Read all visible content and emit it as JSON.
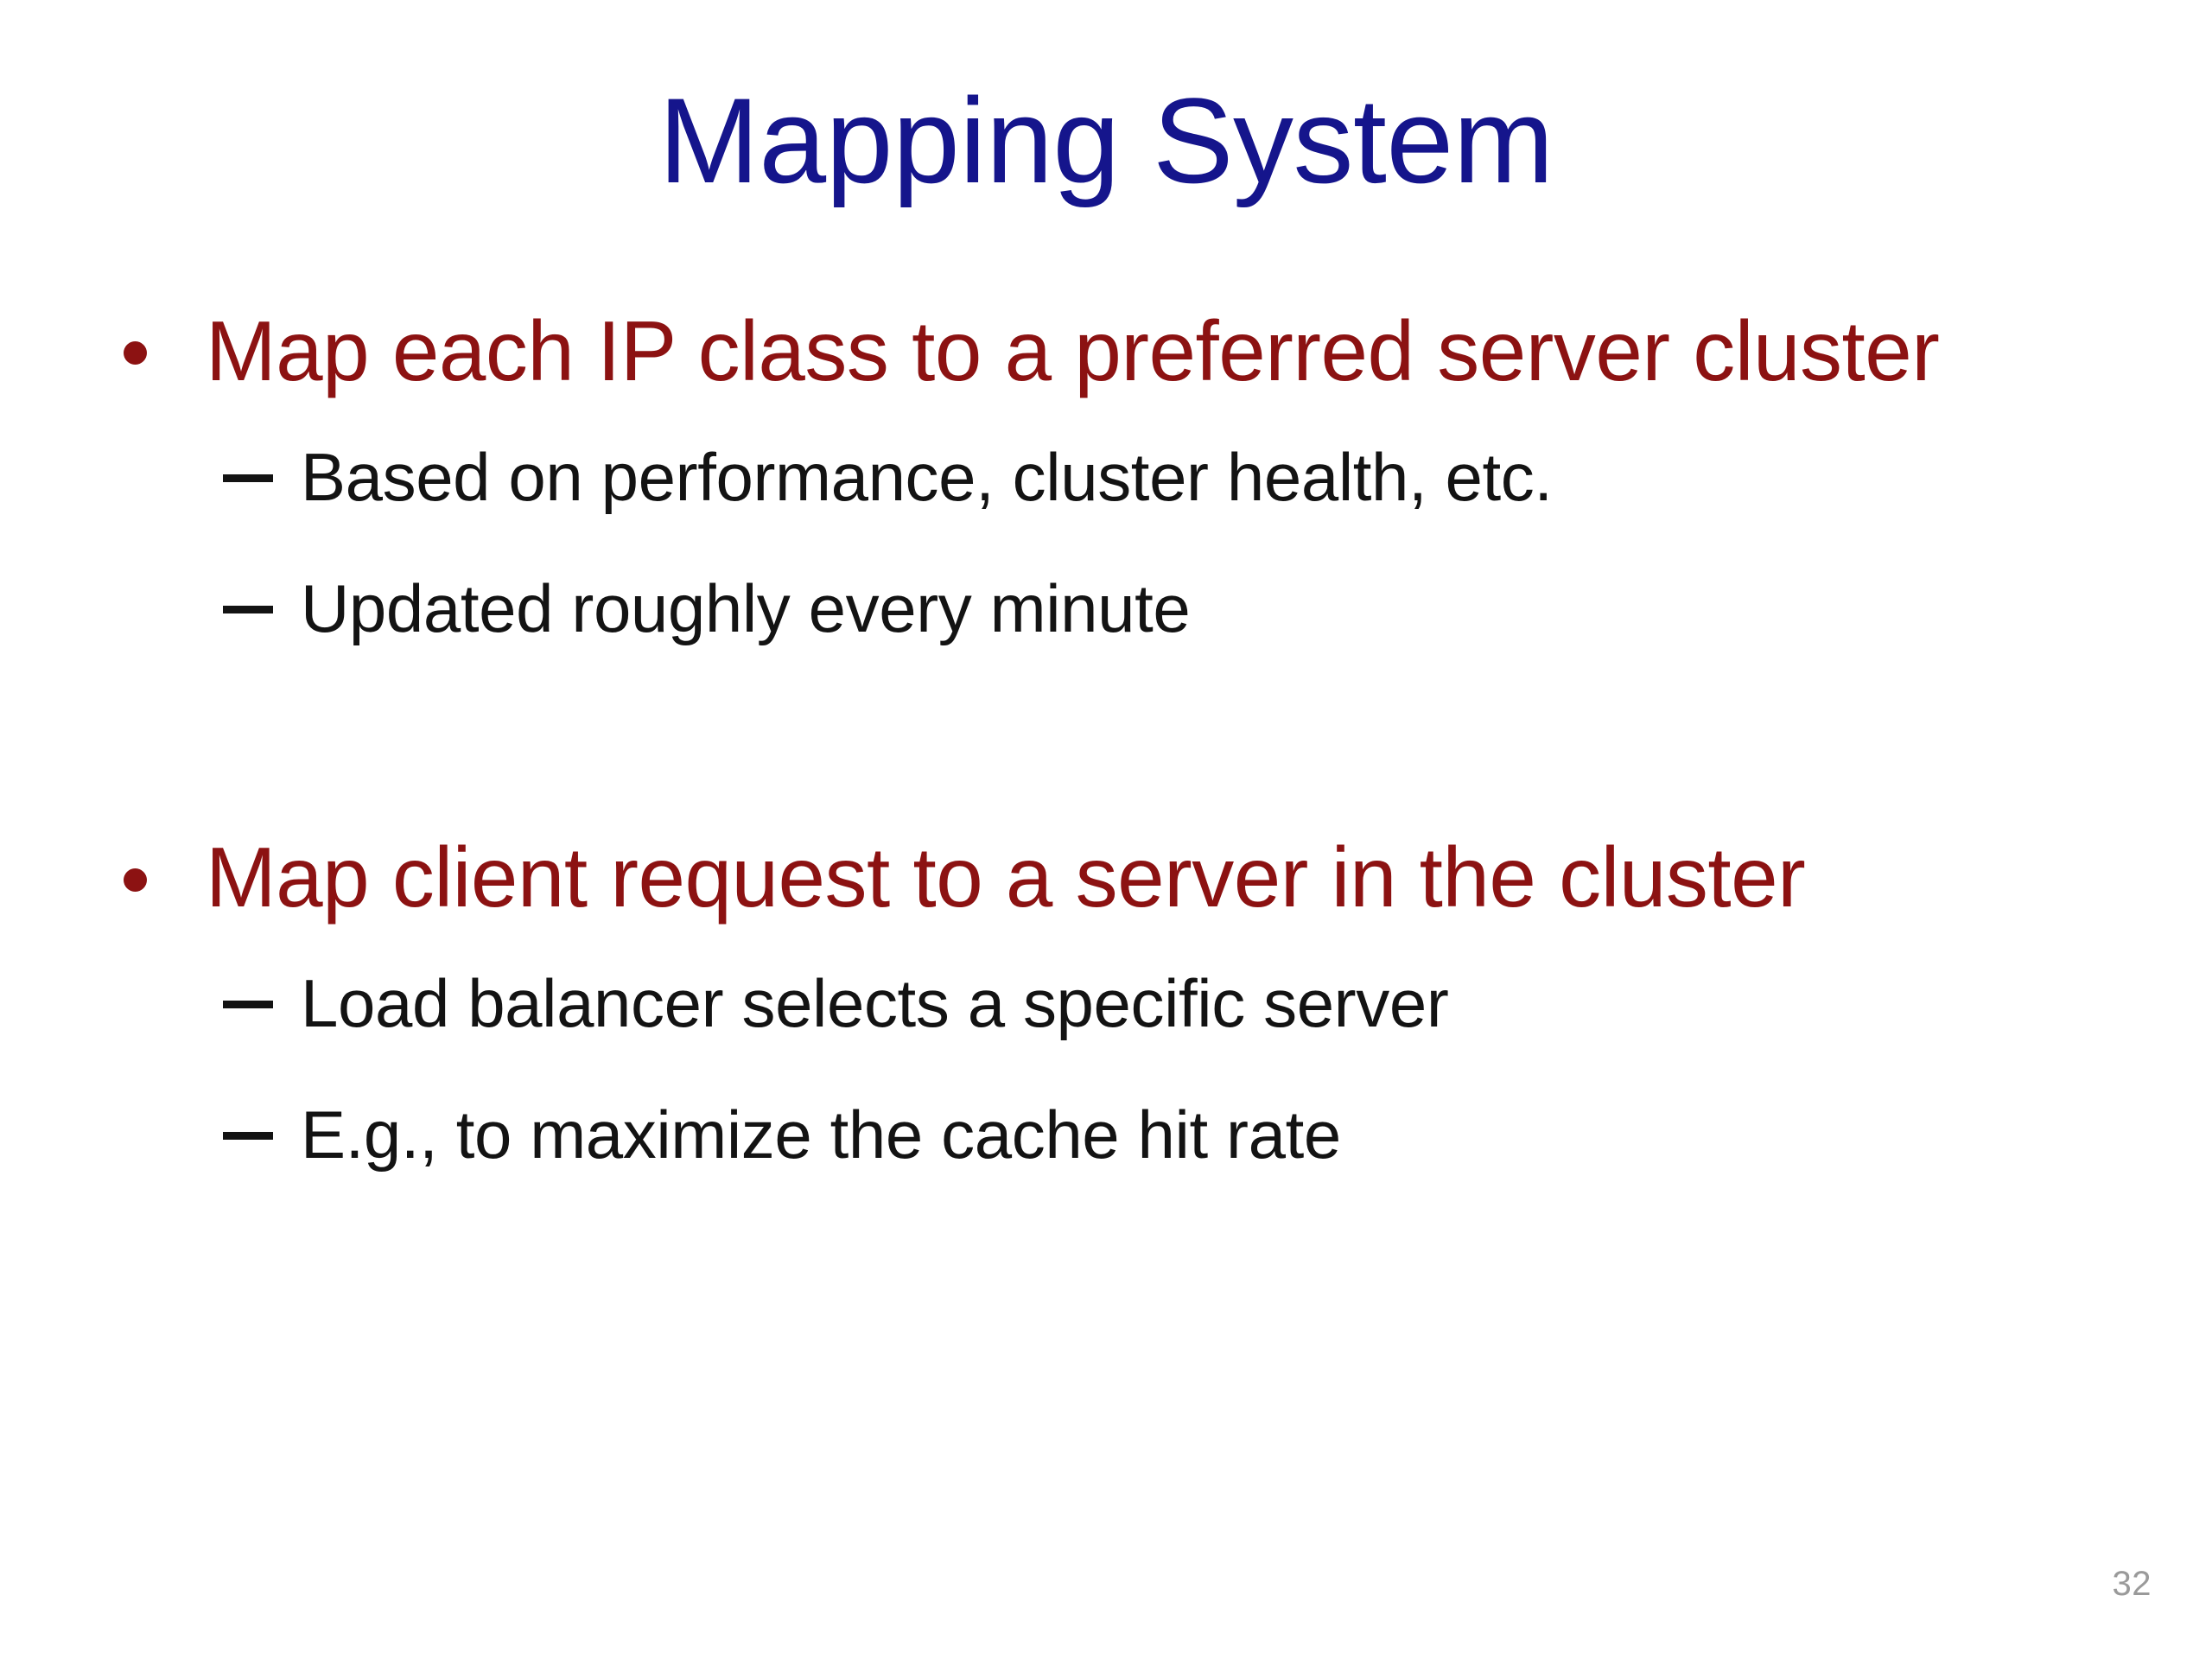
{
  "slide": {
    "title": "Mapping System",
    "page_number": "32",
    "colors": {
      "background": "#ffffff",
      "title": "#15158c",
      "level1_text": "#8c1212",
      "level2_text": "#131313",
      "page_number": "#9a9a9a"
    },
    "blocks": [
      {
        "bullet_marker": "filled-round-bullet",
        "text": "Map each IP class to a preferred server cluster",
        "sub_items": [
          {
            "bullet_marker": "en-dash",
            "text": "Based on performance, cluster health, etc."
          },
          {
            "bullet_marker": "en-dash",
            "text": "Updated roughly every minute"
          }
        ]
      },
      {
        "bullet_marker": "filled-round-bullet",
        "text": "Map client request to a server in the cluster",
        "sub_items": [
          {
            "bullet_marker": "en-dash",
            "text": "Load balancer selects a specific server"
          },
          {
            "bullet_marker": "en-dash",
            "text": "E.g., to maximize the cache hit rate"
          }
        ]
      }
    ]
  }
}
